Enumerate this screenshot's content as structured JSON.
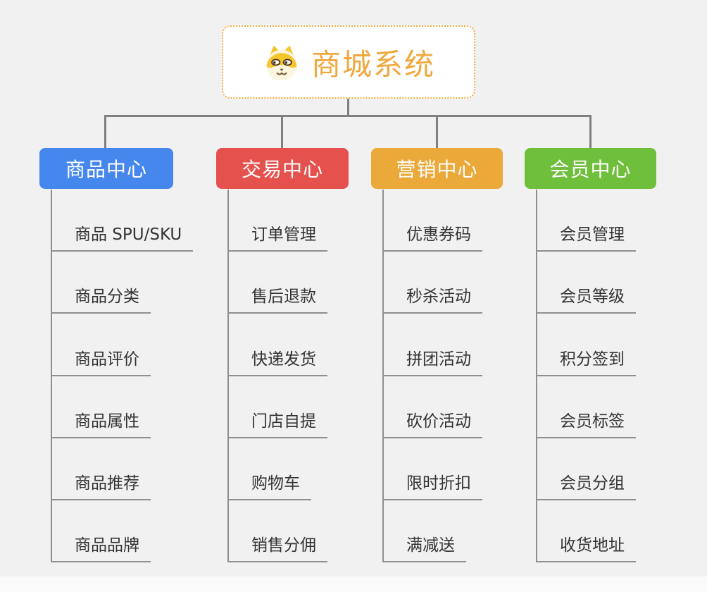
{
  "root": {
    "title": "商城系统",
    "icon": "shiba-dog-icon"
  },
  "branches": [
    {
      "label": "商品中心",
      "color": "#4687ee",
      "items": [
        "商品 SPU/SKU",
        "商品分类",
        "商品评价",
        "商品属性",
        "商品推荐",
        "商品品牌"
      ]
    },
    {
      "label": "交易中心",
      "color": "#e5524e",
      "items": [
        "订单管理",
        "售后退款",
        "快递发货",
        "门店自提",
        "购物车",
        "销售分佣"
      ]
    },
    {
      "label": "营销中心",
      "color": "#eba93a",
      "items": [
        "优惠券码",
        "秒杀活动",
        "拼团活动",
        "砍价活动",
        "限时折扣",
        "满减送"
      ]
    },
    {
      "label": "会员中心",
      "color": "#6fbe3c",
      "items": [
        "会员管理",
        "会员等级",
        "积分签到",
        "会员标签",
        "会员分组",
        "收货地址"
      ]
    }
  ],
  "colors": {
    "background": "#f1f1f2",
    "connector": "#808080",
    "underline": "#8f8f8f",
    "leaf_text": "#333333",
    "root_border": "#f2ac40",
    "root_text": "#f0a83e"
  }
}
